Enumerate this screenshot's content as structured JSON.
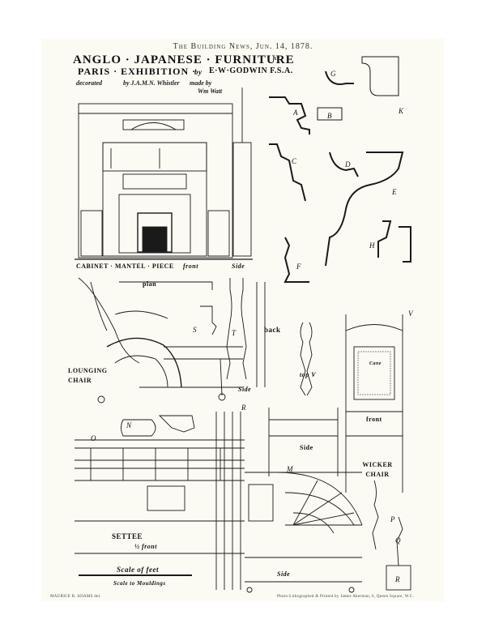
{
  "header": "The Building News, Jun. 14, 1878.",
  "title": {
    "line1": "ANGLO · JAPANESE · FURNITURE",
    "at": "AT",
    "line2": "PARIS · EXHIBITION ·",
    "by": "by",
    "author": "E·W·GODWIN F.S.A."
  },
  "credits": {
    "decorated": "decorated",
    "decorated_by": "by J.A.M.N. Whistler",
    "made_by": "made by",
    "maker": "Wm Watt"
  },
  "labels": {
    "cabinet": "CABINET · MANTEL · PIECE",
    "front": "front",
    "side": "Side",
    "plan": "plan",
    "back": "back",
    "top_v": "top V",
    "lounging_chair": "LOUNGING CHAIR",
    "wicker_front": "front",
    "wicker_side": "Side",
    "wicker_chair": "WICKER CHAIR",
    "cane": "Cane",
    "settee": "SETTEE",
    "half_front": "½ front",
    "settee_side": "Side",
    "scale_feet": "Scale of feet",
    "scale_mouldings": "Scale to Mouldings"
  },
  "letters": {
    "A": "A",
    "B": "B",
    "C": "C",
    "D": "D",
    "E": "E",
    "F": "F",
    "G": "G",
    "H": "H",
    "K": "K",
    "N": "N",
    "O": "O",
    "P": "P",
    "Q": "Q",
    "R": "R",
    "S": "S",
    "T": "T",
    "V": "V",
    "M": "M"
  },
  "footer": {
    "left": "MAURICE B. ADAMS del.",
    "right": "Photo-Lithographed & Printed by James Akerman, 6, Queen Square, W.C."
  }
}
